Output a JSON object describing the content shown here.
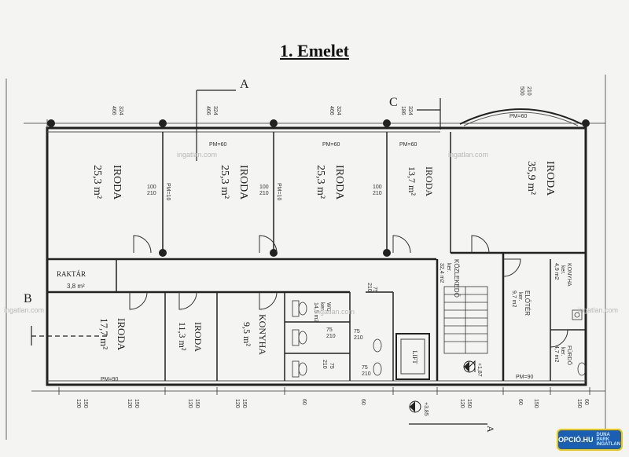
{
  "title": "1. Emelet",
  "section_markers": {
    "A": "A",
    "B": "B",
    "C": "C"
  },
  "rooms": {
    "iroda1": {
      "name": "IRODA",
      "area": "25,3 m²"
    },
    "iroda2": {
      "name": "IRODA",
      "area": "25,3 m²"
    },
    "iroda3": {
      "name": "IRODA",
      "area": "25,3 m²"
    },
    "iroda4": {
      "name": "IRODA",
      "area": "13,7 m²"
    },
    "iroda5": {
      "name": "IRODA",
      "area": "35,9 m²"
    },
    "raktar": {
      "name": "RAKTÁR",
      "area": "3,8 m²"
    },
    "iroda6": {
      "name": "IRODA",
      "area": "17,7 m²"
    },
    "iroda7": {
      "name": "IRODA",
      "area": "11,3 m²"
    },
    "konyha1": {
      "name": "KONYHA",
      "area": "9,5 m²"
    },
    "wc": {
      "name": "WC",
      "area": "14,5 m2",
      "sub": "ker."
    },
    "kozlekedo": {
      "name": "KÖZLEKEDŐ",
      "area": "32,4 m2",
      "sub": "ker."
    },
    "konyha2": {
      "name": "KONYHA",
      "area": "4,9 m2",
      "sub": "ker."
    },
    "eloter": {
      "name": "ELŐTÉR",
      "area": "9,7 m2",
      "sub": "ker."
    },
    "furdo": {
      "name": "FÜRDŐ",
      "area": "4,7 m2",
      "sub": "ker."
    },
    "lift": {
      "name": "LIFT"
    }
  },
  "parapet_labels": [
    "PM=60",
    "PM=60",
    "PM=60",
    "PM=60",
    "PM=10",
    "PM=10",
    "PM=90",
    "PM=90"
  ],
  "door_dims": [
    "100",
    "210",
    "100",
    "210",
    "100",
    "210",
    "75",
    "210",
    "75",
    "210",
    "75",
    "210",
    "75",
    "210",
    "75",
    "210"
  ],
  "top_dims": [
    "466",
    "324",
    "466",
    "324",
    "466",
    "324",
    "186",
    "324",
    "500",
    "210"
  ],
  "bottom_dims": [
    "120",
    "150",
    "120",
    "150",
    "120",
    "150",
    "120",
    "150",
    "60",
    "60",
    "120",
    "150",
    "60",
    "150",
    "150",
    "60"
  ],
  "levels": [
    "+1,87",
    "+3,85"
  ],
  "watermark": "ingatlan.com",
  "brand": {
    "line1": "OPCIÓ.HU",
    "line2": "DUNA PARK INGATLAN"
  }
}
